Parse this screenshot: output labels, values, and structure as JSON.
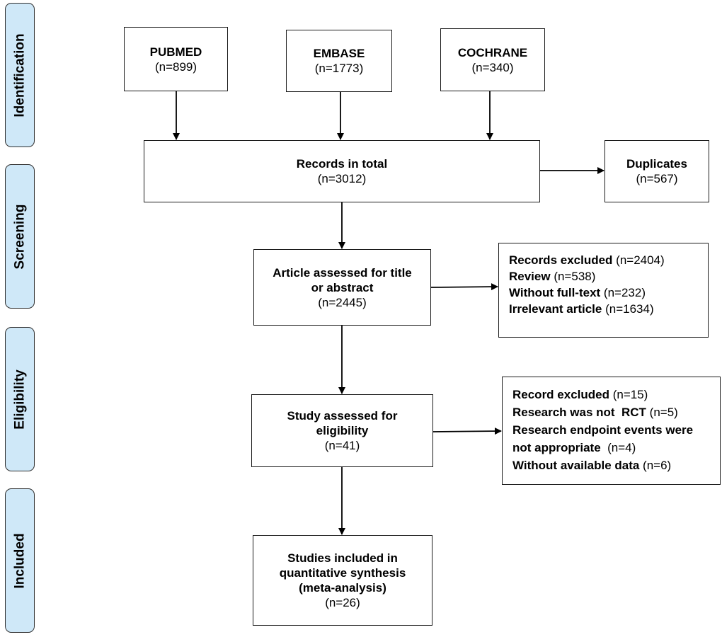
{
  "phases": [
    {
      "id": "identification",
      "label": "Identification"
    },
    {
      "id": "screening",
      "label": "Screening"
    },
    {
      "id": "eligibility",
      "label": "Eligibility"
    },
    {
      "id": "included",
      "label": "Included"
    }
  ],
  "sources": {
    "pubmed": {
      "title": "PUBMED",
      "count": "(n=899)"
    },
    "embase": {
      "title": "EMBASE",
      "count": "(n=1773)"
    },
    "cochrane": {
      "title": "COCHRANE",
      "count": "(n=340)"
    }
  },
  "records_total": {
    "title": "Records in total",
    "count": "(n=3012)"
  },
  "duplicates": {
    "title": "Duplicates",
    "count": "(n=567)"
  },
  "title_abstract": {
    "line1": "Article assessed for title",
    "line2": "or abstract",
    "count": "(n=2445)"
  },
  "excluded_screening": {
    "items": [
      {
        "label": "Records excluded",
        "count": " (n=2404)"
      },
      {
        "label": "Review",
        "count": " (n=538)"
      },
      {
        "label": "Without full-text",
        "count": " (n=232)"
      },
      {
        "label": "Irrelevant article",
        "count": " (n=1634)"
      }
    ]
  },
  "eligibility_box": {
    "line1": "Study assessed for",
    "line2": "eligibility",
    "count": "(n=41)"
  },
  "excluded_eligibility": {
    "items": [
      {
        "label": "Record excluded",
        "count": " (n=15)"
      },
      {
        "label": "Research was not  RCT",
        "count": " (n=5)"
      },
      {
        "label": "Research endpoint events were",
        "count": ""
      },
      {
        "label": "not appropriate",
        "count": "  (n=4)"
      },
      {
        "label": "Without available data",
        "count": " (n=6)"
      }
    ]
  },
  "included_box": {
    "line1": "Studies included in",
    "line2": "quantitative synthesis",
    "line3": "(meta-analysis)",
    "count": "(n=26)"
  }
}
